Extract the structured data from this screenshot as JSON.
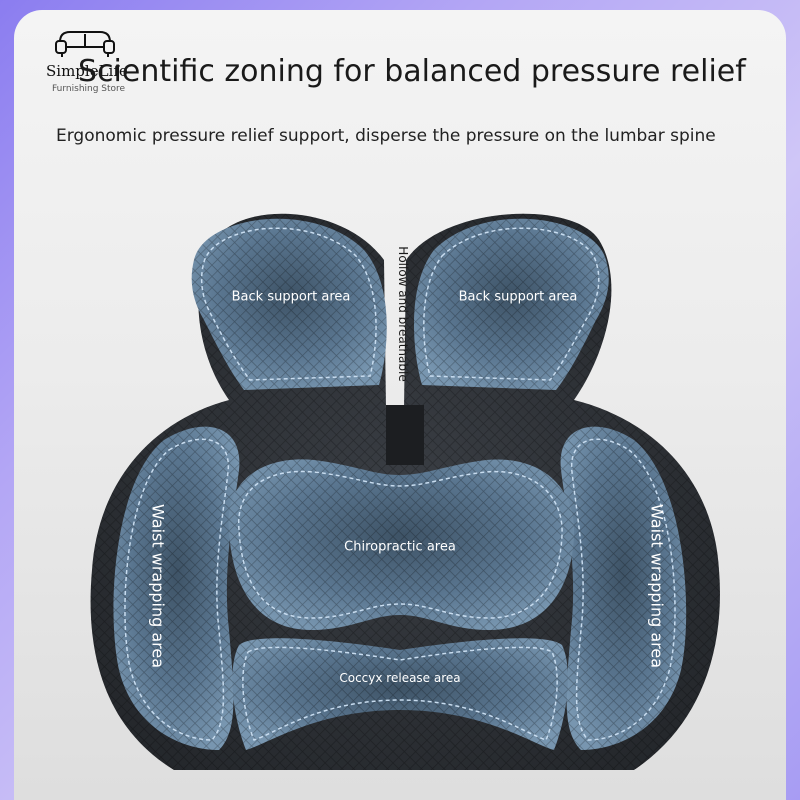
{
  "brand": {
    "name": "SimpleLife",
    "tagline": "Furnishing Store"
  },
  "headline": "Scientific zoning for balanced pressure relief",
  "subheadline": "Ergonomic pressure relief support, disperse the pressure on the lumbar spine",
  "zones": {
    "back_left": "Back support area",
    "back_right": "Back support area",
    "center_gap": "Hollow and breathable",
    "waist_left": "Waist wrapping area",
    "waist_right": "Waist wrapping area",
    "center": "Chiropractic area",
    "bottom": "Coccyx release area"
  },
  "colors": {
    "foam": "#5e7b96",
    "cover": "#2f3338",
    "stitch": "#b9d0e6"
  }
}
